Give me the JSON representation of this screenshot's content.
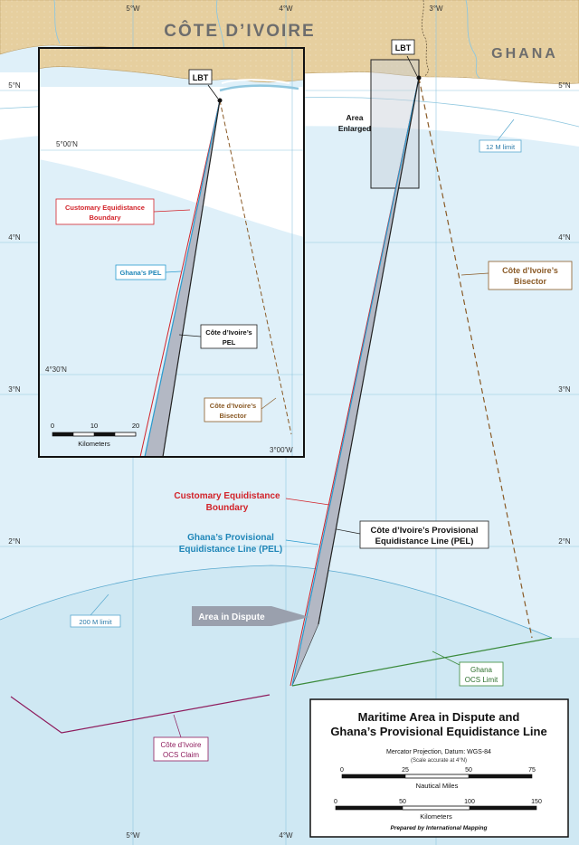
{
  "countries": {
    "cote_divoire": "CÔTE D’IVOIRE",
    "ghana": "GHANA"
  },
  "graticule": {
    "top_lon": [
      "5°W",
      "4°W",
      "3°W"
    ],
    "bottom_lon": [
      "5°W",
      "4°W"
    ],
    "left_lat": [
      "5°N",
      "4°N",
      "3°N",
      "2°N"
    ],
    "right_lat": [
      "5°N",
      "4°N",
      "3°N",
      "2°N"
    ]
  },
  "labels": {
    "lbt": "LBT",
    "area_enlarged": [
      "Area",
      "Enlarged"
    ],
    "limit_12m": "12 M limit",
    "limit_200m": "200 M limit",
    "civ_bisector": [
      "Côte d’Ivoire’s",
      "Bisector"
    ],
    "customary_boundary": [
      "Customary Equidistance",
      "Boundary"
    ],
    "ghana_pel": [
      "Ghana’s Provisional",
      "Equidistance Line (PEL)"
    ],
    "civ_pel": [
      "Côte d’Ivoire’s Provisional",
      "Equidistance Line (PEL)"
    ],
    "area_in_dispute": "Area in Dispute",
    "ghana_ocs": [
      "Ghana",
      "OCS Limit"
    ],
    "civ_ocs": [
      "Côte d’Ivoire",
      "OCS Claim"
    ]
  },
  "inset": {
    "lat_labels": [
      "5°00'N",
      "4°30'N"
    ],
    "lon_label": "3°00'W",
    "lbt": "LBT",
    "customary_boundary": [
      "Customary Equidistance",
      "Boundary"
    ],
    "ghana_pel": "Ghana’s PEL",
    "civ_pel": [
      "Côte d’Ivoire’s",
      "PEL"
    ],
    "civ_bisector": [
      "Côte d’Ivoire’s",
      "Bisector"
    ],
    "scale_ticks": [
      "0",
      "10",
      "20"
    ],
    "scale_unit": "Kilometers"
  },
  "legend": {
    "title": [
      "Maritime Area in Dispute and",
      "Ghana’s Provisional Equidistance Line"
    ],
    "projection": "Mercator Projection, Datum: WGS-84",
    "scale_note": "(Scale accurate at 4°N)",
    "nm_ticks": [
      "0",
      "25",
      "50",
      "75"
    ],
    "nm_unit": "Nautical Miles",
    "km_ticks": [
      "0",
      "50",
      "100",
      "150"
    ],
    "km_unit": "Kilometers",
    "credit": "Prepared by International Mapping"
  },
  "colors": {
    "land": "#e6cf9f",
    "sea": "#dff0f9",
    "sea_white": "#ffffff",
    "eez": "#cfe8f3",
    "dispute": "#b3b8c4",
    "customary_red": "#d2232a",
    "ghana_blue": "#2a9bcf",
    "bisector_brown": "#8a5a26",
    "ocs_green": "#3a8a3a",
    "civ_ocs_purple": "#8e1c5d"
  }
}
